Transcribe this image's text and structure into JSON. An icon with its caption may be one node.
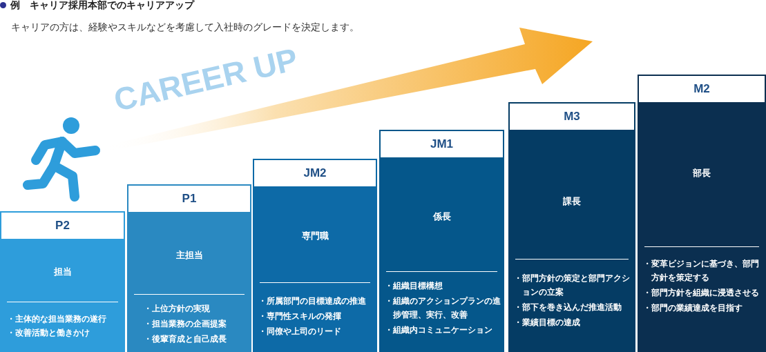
{
  "diagram": {
    "title": "例　キャリア採用本部でのキャリアアップ",
    "nodes": [
      {
        "text": [
          "P2",
          "担当",
          "・主体的な担当業務の遂行",
          "・改善活動と働きかけ"
        ]
      },
      {
        "text": [
          "P1",
          "主担当",
          "・上位方針の実現",
          "・担当業務の企画提案",
          "・後輩育成と自己成長"
        ]
      },
      {
        "text": [
          "JM2",
          "専門職",
          "・所属部門の目標達成の推進",
          "・専門性スキルの発揮",
          "・同僚や上司のリード"
        ]
      },
      {
        "text": [
          "JM1",
          "係長",
          "・組織目標構想",
          "・組織のアクションプランの進捗管理、実行、改善",
          "・組織内コミュニケーション"
        ]
      },
      {
        "text": [
          "M3",
          "課長",
          "・部門方針の策定と部門アクションの立案",
          "・部下を巻き込んだ推進活動",
          "・業績目標の達成"
        ]
      },
      {
        "text": [
          "M2",
          "部長",
          "・変革ビジョンに基づき、部門方針を策定する",
          "・部門方針を組織に浸透させる",
          "・部門の業績達成を目指す"
        ]
      }
    ],
    "labels": [
      "キャリアの方は、経験やスキルなどを考慮して入社時のグレードを決定します。",
      "CAREER UP"
    ]
  }
}
